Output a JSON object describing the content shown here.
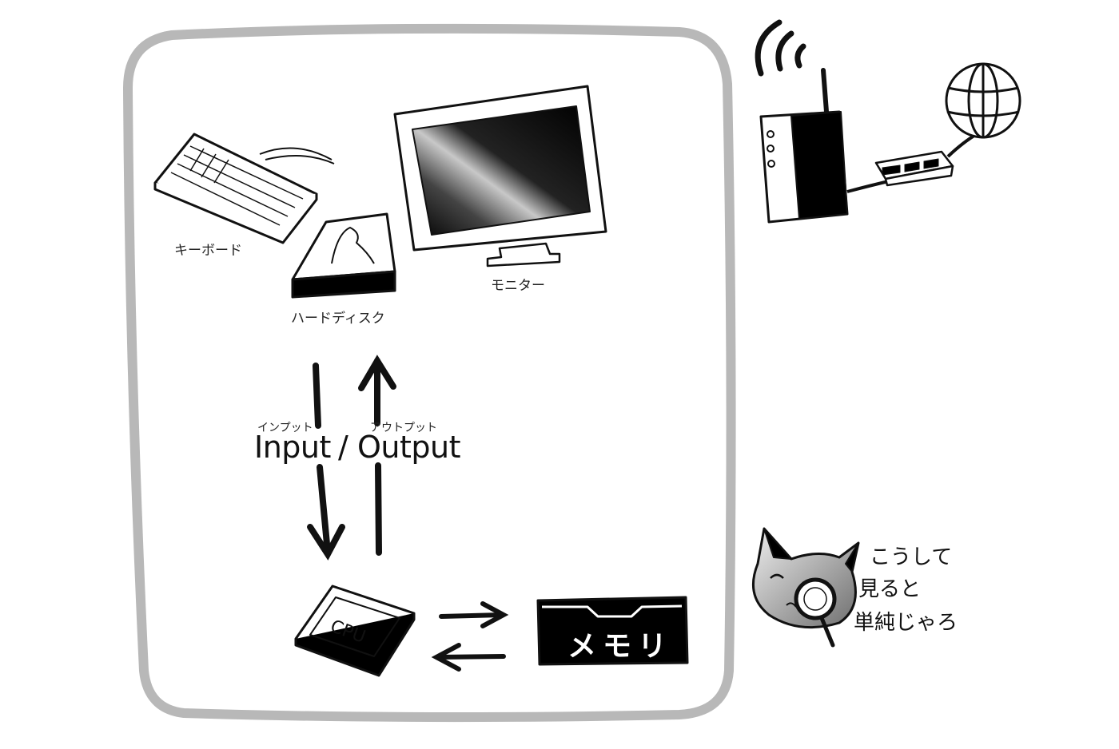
{
  "labels": {
    "keyboard": "キーボード",
    "harddisk": "ハードディスク",
    "monitor": "モニター",
    "input": "Input",
    "separator": "/",
    "output": "Output",
    "input_ruby": "インプット",
    "output_ruby": "アウトプット",
    "cpu": "CPU",
    "memory": "メモリ"
  },
  "speech": {
    "line1": "こうして",
    "line2": "見ると",
    "line3": "単純じゃろ"
  },
  "colors": {
    "frame": "#b8b8b8",
    "ink": "#111111",
    "fill_dark": "#000000",
    "cat_gray": "#8a8a8a"
  }
}
